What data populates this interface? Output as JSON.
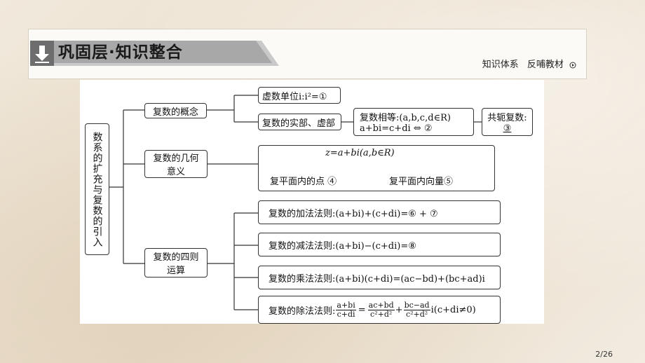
{
  "header": {
    "title": "巩固层·知识整合",
    "right_items": [
      "知识体系",
      "反哺教材"
    ]
  },
  "root": "数系的扩充与复数的引入",
  "branches": {
    "concept": "复数的概念",
    "geometry": "复数的几何意义",
    "operations": "复数的四则运算"
  },
  "concept_items": {
    "imag_unit": "虚数单位i:i²=①",
    "real_imag": "复数的实部、虚部",
    "equality_line1": "复数相等:(a,b,c,d∈R)",
    "equality_line2": "a+bi=c+di ⇔ ②",
    "conjugate_line1": "共轭复数:",
    "conjugate_line2": "③"
  },
  "geometry_items": {
    "z": "z=a+bi(a,b∈R)",
    "point": "复平面内的点 ④",
    "vector": "复平面内向量⑤"
  },
  "operations_items": {
    "add": "复数的加法法则:(a+bi)+(c+di)=⑥ + ⑦",
    "sub": "复数的减法法则:(a+bi)−(c+di)=⑧",
    "mul": "复数的乘法法则:(a+bi)(c+di)=(ac−bd)+(bc+ad)i",
    "div_label": "复数的除法法则:",
    "div_frac1_num": "a+bi",
    "div_frac1_den": "c+di",
    "div_frac2_num": "ac+bd",
    "div_frac2_den": "c²+d²",
    "div_frac3_num": "bc−ad",
    "div_frac3_den": "c²+d²",
    "div_tail": "i(c+di≠0)"
  },
  "page_number": "2/26",
  "colors": {
    "line": "#333333",
    "panel": "#ffffff"
  }
}
